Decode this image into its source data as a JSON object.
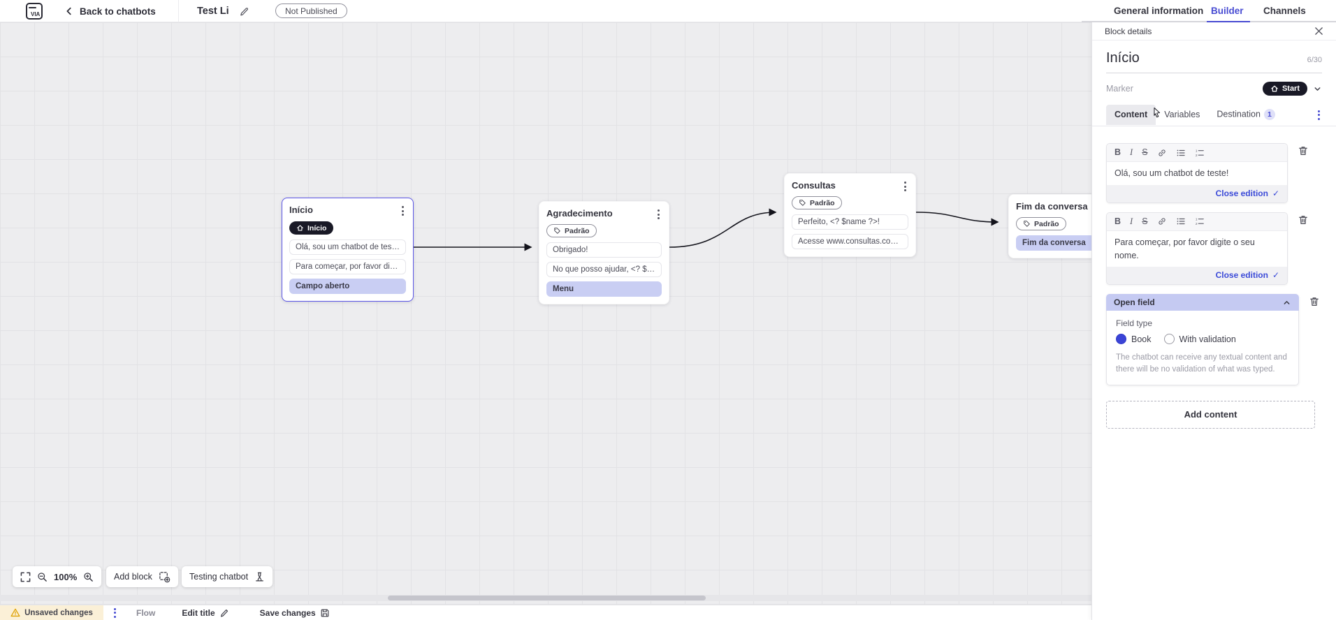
{
  "topbar": {
    "logo": "VIA",
    "back_label": "Back to chatbots",
    "chatbot_title": "Test Li",
    "status_badge": "Not Published",
    "tabs": [
      {
        "label": "General information",
        "active": false
      },
      {
        "label": "Builder",
        "active": true
      },
      {
        "label": "Channels",
        "active": false
      }
    ]
  },
  "canvas": {
    "blocks": [
      {
        "title": "Início",
        "marker": "Início",
        "items": [
          {
            "text": "Olá, sou um chatbot de teste!",
            "highlighted": false
          },
          {
            "text": "Para começar, por favor digite o ...",
            "highlighted": false
          },
          {
            "text": "Campo aberto",
            "highlighted": true
          }
        ]
      },
      {
        "title": "Agradecimento",
        "tag": "Padrão",
        "items": [
          {
            "text": "Obrigado!",
            "highlighted": false
          },
          {
            "text": "No que posso ajudar, <? $name ...",
            "highlighted": false
          },
          {
            "text": "Menu",
            "highlighted": true
          }
        ]
      },
      {
        "title": "Consultas",
        "tag": "Padrão",
        "items": [
          {
            "text": "Perfeito, <? $name ?>!",
            "highlighted": false
          },
          {
            "text": "Acesse www.consultas.com par...",
            "highlighted": false
          }
        ]
      },
      {
        "title": "Fim da conversa",
        "tag": "Padrão",
        "items": [
          {
            "text": "Fim da conversa",
            "highlighted": true
          }
        ]
      }
    ],
    "controls": {
      "zoom_level": "100%",
      "add_block_label": "Add block",
      "testing_label": "Testing chatbot"
    }
  },
  "panel": {
    "header": "Block details",
    "block_name": "Início",
    "name_counter": "6/30",
    "marker_label": "Marker",
    "marker_value": "Start",
    "tabs": [
      {
        "label": "Content",
        "active": true
      },
      {
        "label": "Variables",
        "active": false
      },
      {
        "label": "Destination",
        "badge": "1",
        "active": false
      }
    ],
    "editors": [
      {
        "text": "Olá, sou um chatbot de teste!",
        "close_label": "Close edition"
      },
      {
        "text": "Para começar, por favor digite o seu nome.",
        "close_label": "Close edition"
      }
    ],
    "open_field": {
      "title": "Open field",
      "field_type_label": "Field type",
      "options": [
        {
          "label": "Book",
          "selected": true
        },
        {
          "label": "With validation",
          "selected": false
        }
      ],
      "description": "The chatbot can receive any textual content and there will be no validation of what was typed."
    },
    "add_content_label": "Add content"
  },
  "statusbar": {
    "unsaved_label": "Unsaved changes",
    "flow_label": "Flow",
    "edit_title_label": "Edit title",
    "save_label": "Save changes"
  },
  "colors": {
    "accent": "#474bd2",
    "highlight": "#c9cef3",
    "selected_border": "#5b55e6",
    "warning": "#dfa204",
    "dark_pill": "#191926"
  }
}
